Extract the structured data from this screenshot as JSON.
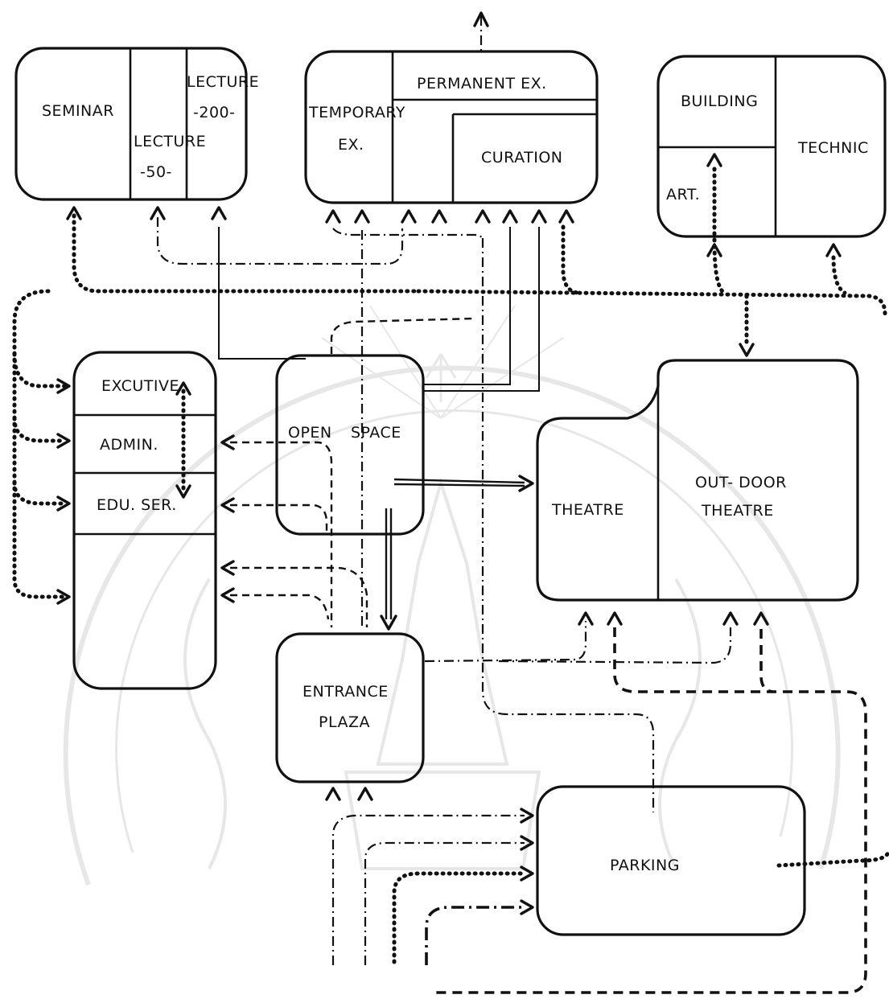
{
  "diagram": {
    "lecture_group": {
      "seminar": "SEMINAR",
      "lecture_200": "LECTURE",
      "lecture_200_cap": "-200-",
      "lecture_50": "LECTURE",
      "lecture_50_cap": "-50-"
    },
    "exhibition_group": {
      "permanent": "PERMANENT  EX.",
      "temporary_line1": "TEMPORARY",
      "temporary_line2": "EX.",
      "curation": "CURATION"
    },
    "workshop_group": {
      "building": "BUILDING",
      "technic": "TECHNIC",
      "art": "ART."
    },
    "admin_group": {
      "executive": "EXCUTIVE",
      "admin": "ADMIN.",
      "edu_service": "EDU. SER."
    },
    "open_space": {
      "line1": "OPEN",
      "line2": "SPACE"
    },
    "theatre_group": {
      "theatre": "THEATRE",
      "outdoor_line1": "OUT- DOOR",
      "outdoor_line2": "THEATRE"
    },
    "entrance_plaza": {
      "line1": "ENTRANCE",
      "line2": "PLAZA"
    },
    "parking": "PARKING"
  }
}
